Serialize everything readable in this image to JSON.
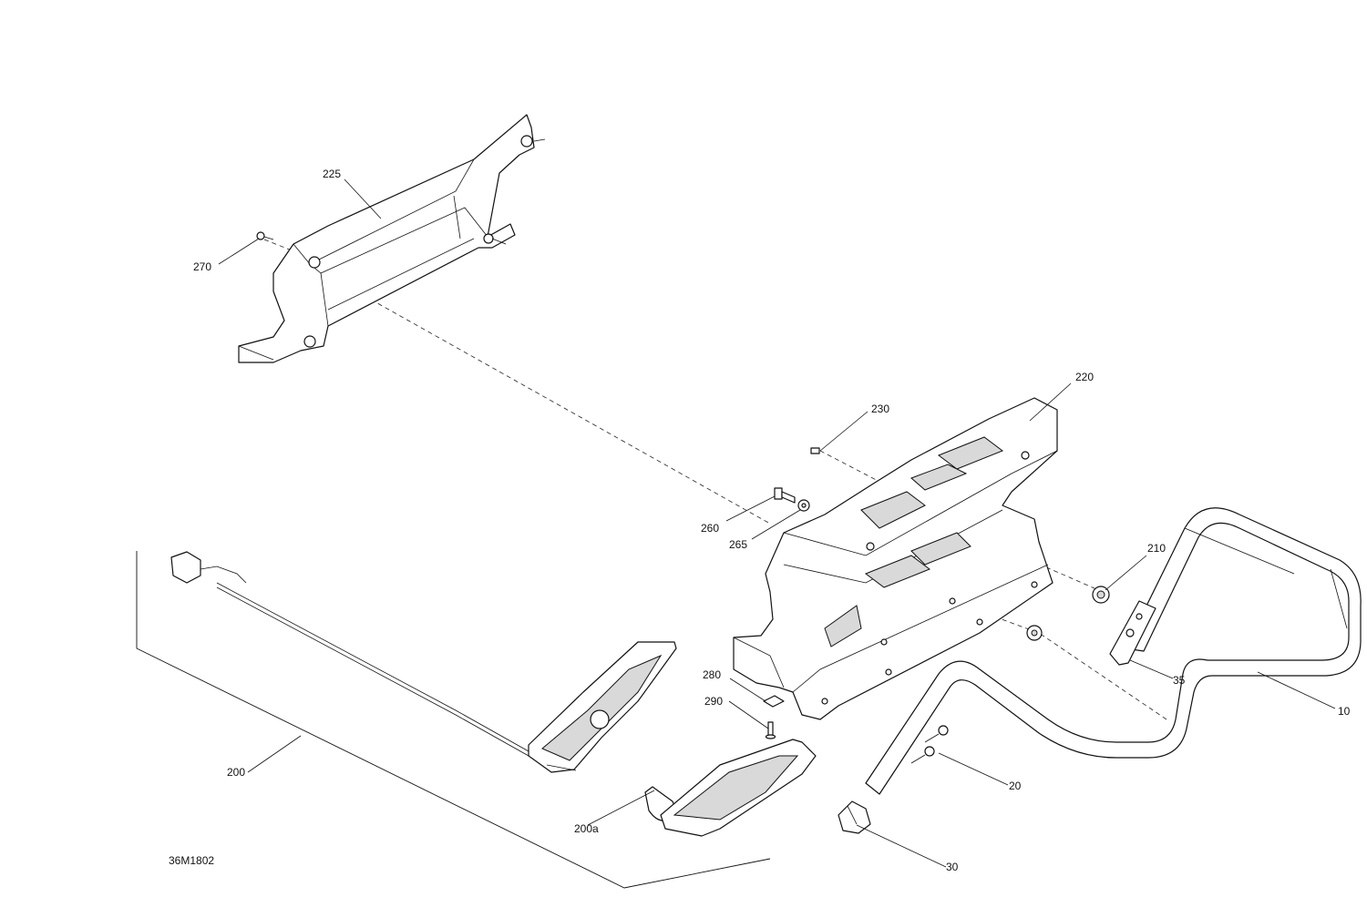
{
  "diagram": {
    "drawing_number": "36M1802",
    "callouts": [
      {
        "id": "225",
        "label": "225"
      },
      {
        "id": "270",
        "label": "270"
      },
      {
        "id": "220",
        "label": "220"
      },
      {
        "id": "230",
        "label": "230"
      },
      {
        "id": "260",
        "label": "260"
      },
      {
        "id": "265",
        "label": "265"
      },
      {
        "id": "210",
        "label": "210"
      },
      {
        "id": "35",
        "label": "35"
      },
      {
        "id": "10",
        "label": "10"
      },
      {
        "id": "280",
        "label": "280"
      },
      {
        "id": "290",
        "label": "290"
      },
      {
        "id": "20",
        "label": "20"
      },
      {
        "id": "200",
        "label": "200"
      },
      {
        "id": "200a",
        "label": "200a"
      },
      {
        "id": "30",
        "label": "30"
      }
    ]
  }
}
